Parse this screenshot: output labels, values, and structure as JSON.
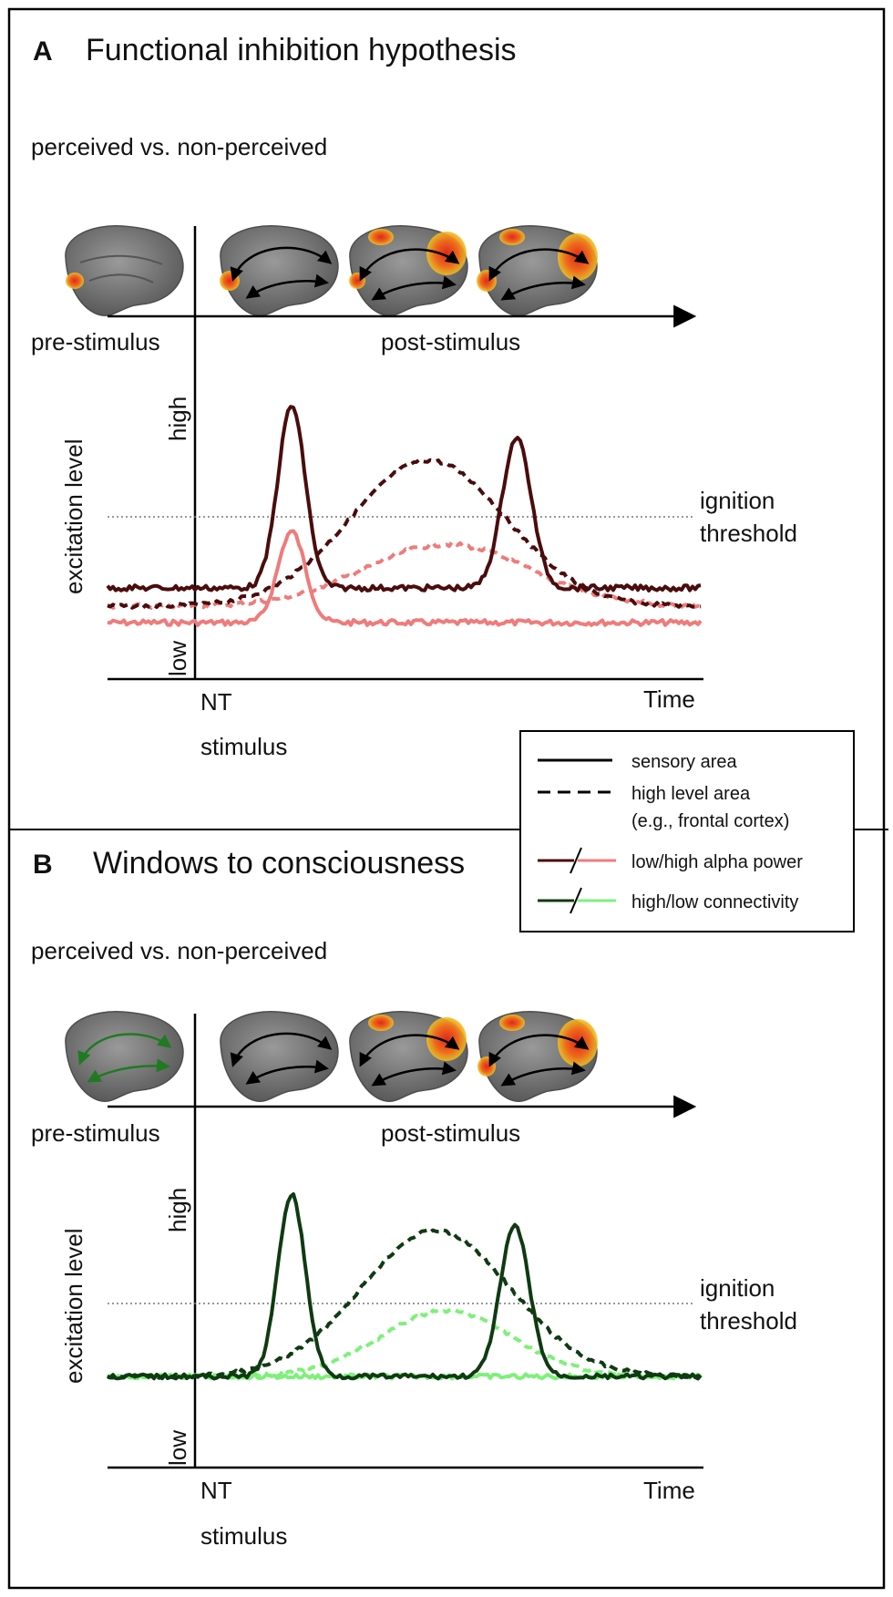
{
  "colors": {
    "dark_red": "#4a0c0c",
    "light_red": "#ef7b7b",
    "dark_green": "#0f3a12",
    "light_green": "#7ef07a",
    "brain_gray": "#7d7d7d",
    "activation_red": "#e23a1c",
    "activation_yellow": "#f2c31d"
  },
  "panels": [
    {
      "letter": "A",
      "title": "Functional inhibition hypothesis",
      "contrast": "perceived vs. non-perceived",
      "pre_label": "pre-stimulus",
      "post_label": "post-stimulus",
      "y_axis": "excitation level",
      "y_high": "high",
      "y_low": "low",
      "x_tick": "NT",
      "stimulus": "stimulus",
      "x_axis": "Time",
      "threshold_line1": "ignition",
      "threshold_line2": "threshold",
      "brains": [
        {
          "icon": "brain-occipital-activation-icon"
        },
        {
          "icon": "brain-arrows-occipital-icon"
        },
        {
          "icon": "brain-frontal-parietal-activation-icon"
        },
        {
          "icon": "brain-widespread-activation-icon"
        }
      ]
    },
    {
      "letter": "B",
      "title": "Windows to consciousness",
      "contrast": "perceived vs. non-perceived",
      "pre_label": "pre-stimulus",
      "post_label": "post-stimulus",
      "y_axis": "excitation level",
      "y_high": "high",
      "y_low": "low",
      "x_tick": "NT",
      "stimulus": "stimulus",
      "x_axis": "Time",
      "threshold_line1": "ignition",
      "threshold_line2": "threshold",
      "brains": [
        {
          "icon": "brain-green-arrows-icon"
        },
        {
          "icon": "brain-arrows-icon"
        },
        {
          "icon": "brain-frontal-parietal-activation-icon"
        },
        {
          "icon": "brain-widespread-activation-icon"
        }
      ]
    }
  ],
  "legend": {
    "items": [
      {
        "label": "sensory area",
        "style": "solid"
      },
      {
        "label": "high level area",
        "style": "dashed"
      },
      {
        "label": "(e.g., frontal cortex)",
        "style": "none"
      },
      {
        "label": "low/high alpha power",
        "style": "red-pair"
      },
      {
        "label": "high/low connectivity",
        "style": "green-pair"
      }
    ]
  }
}
